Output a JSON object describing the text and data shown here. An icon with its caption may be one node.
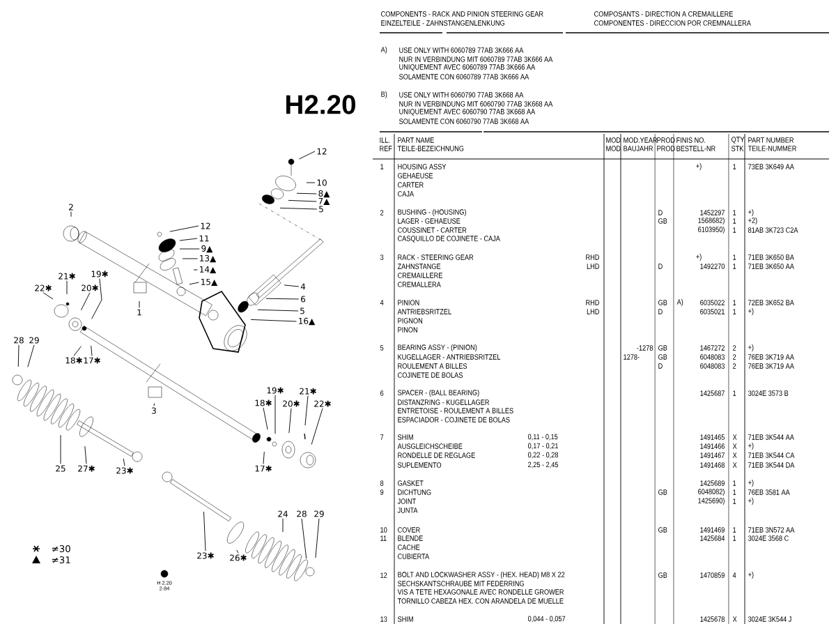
{
  "diagram": {
    "title": "H2.20",
    "nodes": [
      {
        "text": [
          "12"
        ]
      },
      {
        "text": [
          "10"
        ]
      },
      {
        "text": [
          "8▲"
        ]
      },
      {
        "text": [
          "7▲"
        ]
      },
      {
        "text": [
          "2"
        ]
      },
      {
        "text": [
          "5"
        ]
      },
      {
        "text": [
          "12"
        ]
      },
      {
        "text": [
          "11"
        ]
      },
      {
        "text": [
          "9▲"
        ]
      },
      {
        "text": [
          "13▲"
        ]
      },
      {
        "text": [
          "14▲"
        ]
      },
      {
        "text": [
          "21✱"
        ]
      },
      {
        "text": [
          "19✱"
        ]
      },
      {
        "text": [
          "15▲"
        ]
      },
      {
        "text": [
          "4"
        ]
      },
      {
        "text": [
          "22✱"
        ]
      },
      {
        "text": [
          "20✱"
        ]
      },
      {
        "text": [
          "6"
        ]
      },
      {
        "text": [
          "5"
        ]
      },
      {
        "text": [
          "1"
        ]
      },
      {
        "text": [
          "16▲"
        ]
      },
      {
        "text": [
          "28"
        ]
      },
      {
        "text": [
          "29"
        ]
      },
      {
        "text": [
          "18✱"
        ]
      },
      {
        "text": [
          "17✱"
        ]
      },
      {
        "text": [
          "19✱"
        ]
      },
      {
        "text": [
          "21✱"
        ]
      },
      {
        "text": [
          "18✱"
        ]
      },
      {
        "text": [
          "20✱"
        ]
      },
      {
        "text": [
          "22✱"
        ]
      },
      {
        "text": [
          "3"
        ]
      },
      {
        "text": [
          "25"
        ]
      },
      {
        "text": [
          "27✱"
        ]
      },
      {
        "text": [
          "23✱"
        ]
      },
      {
        "text": [
          "17✱"
        ]
      },
      {
        "text": [
          "24"
        ]
      },
      {
        "text": [
          "28"
        ]
      },
      {
        "text": [
          "29"
        ]
      },
      {
        "text": [
          "23✱"
        ]
      },
      {
        "text": [
          "26✱"
        ]
      }
    ],
    "edges": [
      {
        "from": 0,
        "to": null,
        "arrow": "none"
      },
      {
        "from": 1,
        "to": null,
        "arrow": "none"
      },
      {
        "from": 2,
        "to": null,
        "arrow": "none"
      },
      {
        "from": 3,
        "to": null,
        "arrow": "none"
      },
      {
        "from": 4,
        "to": null,
        "arrow": "none"
      },
      {
        "from": 5,
        "to": null,
        "arrow": "none"
      },
      {
        "from": 6,
        "to": null,
        "arrow": "none"
      },
      {
        "from": 7,
        "to": null,
        "arrow": "none"
      },
      {
        "from": 8,
        "to": null,
        "arrow": "none"
      },
      {
        "from": 9,
        "to": null,
        "arrow": "none"
      },
      {
        "from": 10,
        "to": null,
        "arrow": "none"
      },
      {
        "from": 11,
        "to": null,
        "arrow": "none"
      },
      {
        "from": 12,
        "to": null,
        "arrow": "none"
      },
      {
        "from": 13,
        "to": null,
        "arrow": "none"
      },
      {
        "from": 14,
        "to": null,
        "arrow": "none"
      },
      {
        "from": 15,
        "to": null,
        "arrow": "none"
      },
      {
        "from": 16,
        "to": null,
        "arrow": "none"
      },
      {
        "from": 17,
        "to": null,
        "arrow": "none"
      },
      {
        "from": 18,
        "to": null,
        "arrow": "none"
      },
      {
        "from": 19,
        "to": null,
        "arrow": "none"
      },
      {
        "from": 20,
        "to": null,
        "arrow": "none"
      },
      {
        "from": 21,
        "to": null,
        "arrow": "none"
      },
      {
        "from": 22,
        "to": null,
        "arrow": "none"
      },
      {
        "from": 23,
        "to": null,
        "arrow": "none"
      },
      {
        "from": 24,
        "to": null,
        "arrow": "none"
      },
      {
        "from": 25,
        "to": null,
        "arrow": "none"
      },
      {
        "from": 26,
        "to": null,
        "arrow": "none"
      },
      {
        "from": 27,
        "to": null,
        "arrow": "none"
      },
      {
        "from": 28,
        "to": null,
        "arrow": "none"
      },
      {
        "from": 29,
        "to": null,
        "arrow": "none"
      },
      {
        "from": 30,
        "to": null,
        "arrow": "none"
      },
      {
        "from": 31,
        "to": null,
        "arrow": "none"
      },
      {
        "from": 32,
        "to": null,
        "arrow": "none"
      },
      {
        "from": 33,
        "to": null,
        "arrow": "none"
      },
      {
        "from": 34,
        "to": null,
        "arrow": "none"
      },
      {
        "from": 35,
        "to": null,
        "arrow": "none"
      },
      {
        "from": 36,
        "to": null,
        "arrow": "none"
      },
      {
        "from": 37,
        "to": null,
        "arrow": "none"
      },
      {
        "from": 38,
        "to": null,
        "arrow": "none"
      },
      {
        "from": 39,
        "to": null,
        "arrow": "none"
      }
    ],
    "labels": [
      "COMPONENTS - RACK AND PINION STEERING GEAR",
      "COMPOSANTS - DIRECTION A CREMAILLERE",
      "EINZELTEILE - ZAHNSTANGENLENKUNG",
      "COMPONENTES - DIRECCION POR CREMNALLERA",
      "A)",
      "USE ONLY WITH 6060789 77AB 3K666 AA",
      "NUR IN VERBINDUNG MIT 6060789 77AB 3K666 AA",
      "UNIQUEMENT AVEC 6060789 77AB 3K666 AA",
      "SOLAMENTE CON 6060789 77AB 3K666 AA",
      "B)",
      "USE ONLY WITH 6060790 77AB 3K668 AA",
      "NUR IN VERBINDUNG MIT 6060790 77AB 3K668 AA",
      "UNIQUEMENT AVEC 6060790 77AB 3K668 AA",
      "SOLAMENTE CON 6060790 77AB 3K668 AA",
      "ILL.",
      "PART NAME",
      "MOD",
      "MOD.YEAR",
      "PROD",
      "FINIS NO.",
      "QTY",
      "PART NUMBER",
      "REF",
      "TEILE-BEZEICHNUNG",
      "MOD",
      "BAUJAHR",
      "PROD",
      "BESTELL-NR",
      "STK",
      "TEILE-NUMMER",
      "1",
      "HOUSING ASSY",
      "+)",
      "1",
      "73EB 3K649 AA",
      "GEHAEUSE",
      "CARTER",
      "CAJA",
      "2",
      "BUSHING - (HOUSING)",
      "D",
      "1452297",
      "1",
      "+)",
      "LAGER - GEHAEUSE",
      "GB",
      "1568682)",
      "1",
      "+2)",
      "COUSSINET - CARTER",
      "6103950)",
      "1",
      "81AB 3K723 C2A",
      "CASQUILLO DE COJINETE - CAJA",
      "3",
      "RACK - STEERING GEAR",
      "RHD",
      "+)",
      "1",
      "71EB 3K650 BA",
      "ZAHNSTANGE",
      "LHD",
      "D",
      "1492270",
      "1",
      "71EB 3K650 AA",
      "CREMAILLERE",
      "CREMALLERA",
      "4",
      "PINION",
      "RHD",
      "GB",
      "A)",
      "6035022",
      "1",
      "72EB 3K652 BA",
      "ANTRIEBSRITZEL",
      "LHD",
      "D",
      "6035021",
      "1",
      "+)",
      "PIGNON",
      "PINON",
      "5",
      "BEARING ASSY - (PINION)",
      "-1278",
      "GB",
      "1467272",
      "2",
      "+)",
      "KUGELLAGER - ANTRIEBSRITZEL",
      "1278-",
      "GB",
      "6048083",
      "2",
      "76EB 3K719 AA",
      "ROULEMENT A BILLES",
      "D",
      "6048083",
      "2",
      "76EB 3K719 AA",
      "COJINETE DE BOLAS",
      "6",
      "SPACER - (BALL BEARING)",
      "1425687",
      "1",
      "3024E 3573 B",
      "DISTANZRING - KUGELLAGER",
      "ENTRETOISE - ROULEMENT A BILLES",
      "ESPACIADOR - COJINETE DE BOLAS",
      "7",
      "SHIM",
      "0,11 - 0,15",
      "1491465",
      "X",
      "71EB 3K544 AA",
      "AUSGLEICHSCHEIBE",
      "0,17 - 0,21",
      "1491466",
      "X",
      "+)",
      "RONDELLE DE REGLAGE",
      "0,22 - 0,28",
      "1491467",
      "X",
      "71EB 3K544 CA",
      "SUPLEMENTO",
      "2,25 - 2,45",
      "1491468",
      "X",
      "71EB 3K544 DA",
      "8",
      "GASKET",
      "1425689",
      "1",
      "+)",
      "9",
      "DICHTUNG",
      "GB",
      "6048082)",
      "1",
      "76EB 3581 AA",
      "JOINT",
      "1425690)",
      "1",
      "+)",
      "JUNTA",
      "10",
      "COVER",
      "GB",
      "1491469",
      "1",
      "71EB 3N572 AA",
      "11",
      "BLENDE",
      "1425684",
      "1",
      "3024E 3568 C",
      "CACHE",
      "CUBIERTA",
      "12",
      "BOLT AND LOCKWASHER ASSY - (HEX. HEAD) M8 X 22",
      "GB",
      "1470859",
      "4",
      "+)",
      "SECHSKANTSCHRAUBE MIT FEDERRING",
      "VIS A TETE HEXAGONALE AVEC RONDELLE GROWER",
      "TORNILLO CABEZA HEX. CON ARANDELA DE MUELLE",
      "13",
      "SHIM",
      "0,044 - 0,057",
      "1425678",
      "X",
      "3024E 3K544 J",
      "H 2.20",
      "2-84"
    ],
    "legend": [
      {
        "text": "≠30"
      },
      {
        "text": "≠31"
      }
    ]
  }
}
